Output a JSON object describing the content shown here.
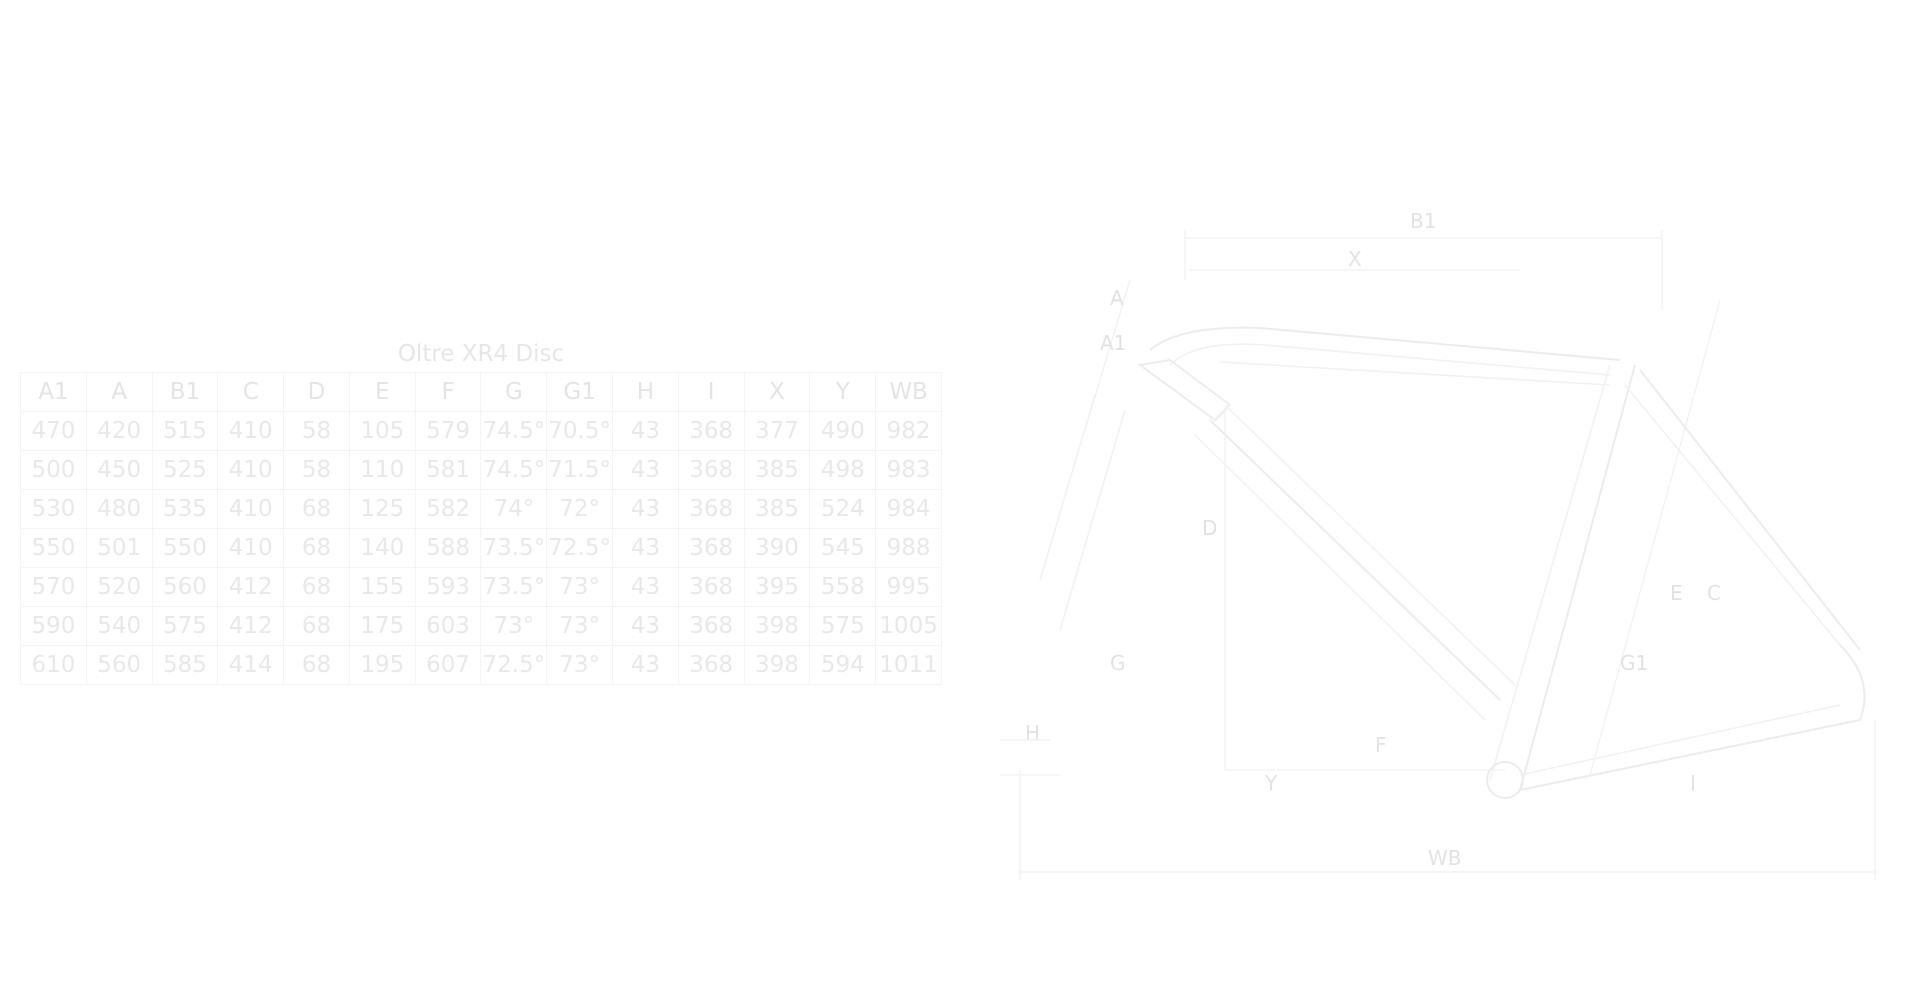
{
  "table": {
    "title": "Oltre XR4 Disc",
    "headers": [
      "A1",
      "A",
      "B1",
      "C",
      "D",
      "E",
      "F",
      "G",
      "G1",
      "H",
      "I",
      "X",
      "Y",
      "WB"
    ],
    "rows": [
      [
        "470",
        "420",
        "515",
        "410",
        "58",
        "105",
        "579",
        "74.5°",
        "70.5°",
        "43",
        "368",
        "377",
        "490",
        "982"
      ],
      [
        "500",
        "450",
        "525",
        "410",
        "58",
        "110",
        "581",
        "74.5°",
        "71.5°",
        "43",
        "368",
        "385",
        "498",
        "983"
      ],
      [
        "530",
        "480",
        "535",
        "410",
        "68",
        "125",
        "582",
        "74°",
        "72°",
        "43",
        "368",
        "385",
        "524",
        "984"
      ],
      [
        "550",
        "501",
        "550",
        "410",
        "68",
        "140",
        "588",
        "73.5°",
        "72.5°",
        "43",
        "368",
        "390",
        "545",
        "988"
      ],
      [
        "570",
        "520",
        "560",
        "412",
        "68",
        "155",
        "593",
        "73.5°",
        "73°",
        "43",
        "368",
        "395",
        "558",
        "995"
      ],
      [
        "590",
        "540",
        "575",
        "412",
        "68",
        "175",
        "603",
        "73°",
        "73°",
        "43",
        "368",
        "398",
        "575",
        "1005"
      ],
      [
        "610",
        "560",
        "585",
        "414",
        "68",
        "195",
        "607",
        "72.5°",
        "73°",
        "43",
        "368",
        "398",
        "594",
        "1011"
      ]
    ]
  },
  "diagram": {
    "labels": {
      "b1": "B1",
      "x": "X",
      "a": "A",
      "a1": "A1",
      "d": "D",
      "g": "G",
      "g1": "G1",
      "e": "E",
      "c": "C",
      "h": "H",
      "i": "I",
      "y": "Y",
      "f": "F",
      "wb": "WB"
    }
  },
  "colors": {
    "text": "#e8e8e8",
    "grid": "#f4f4f4",
    "line": "#ececec",
    "background": "#ffffff"
  }
}
